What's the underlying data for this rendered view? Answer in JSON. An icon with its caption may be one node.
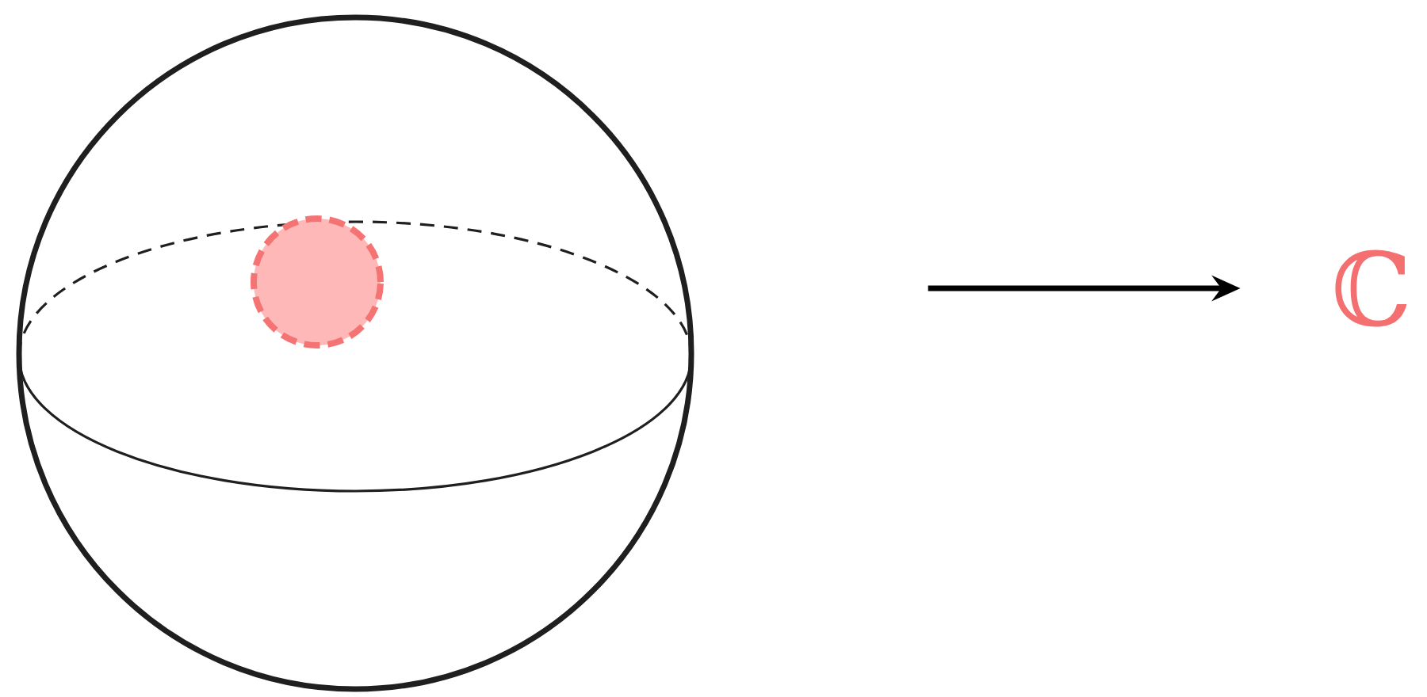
{
  "diagram": {
    "nodes": [
      {
        "text": [],
        "shape": "circle"
      },
      {
        "text": [],
        "shape": "circle",
        "in": 0
      },
      {
        "text": [
          "ℂ"
        ]
      }
    ],
    "edges": [
      {
        "from": null,
        "to": 2,
        "arrow": "to"
      }
    ]
  }
}
